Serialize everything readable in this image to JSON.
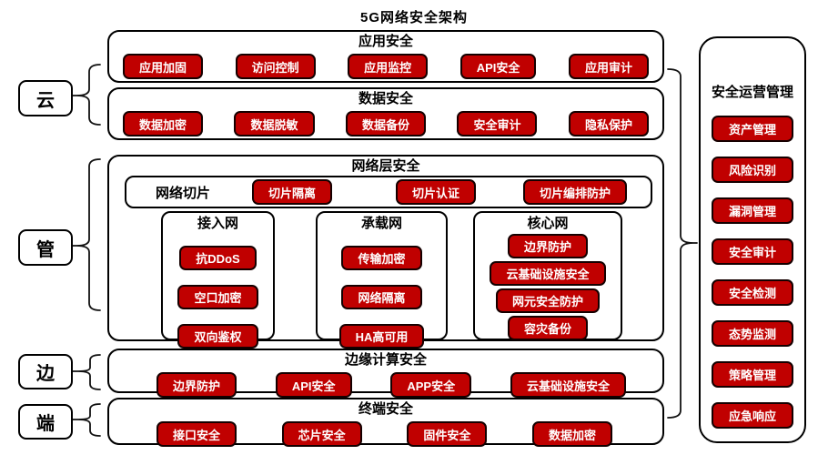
{
  "title": "5G网络安全架构",
  "colors": {
    "node_fill": "#C00000",
    "node_text": "#FFFFFF",
    "outline": "#150000"
  },
  "left_labels": [
    {
      "label": "云"
    },
    {
      "label": "管"
    },
    {
      "label": "边"
    },
    {
      "label": "端"
    }
  ],
  "sections": {
    "app": {
      "title": "应用安全",
      "items": [
        "应用加固",
        "访问控制",
        "应用监控",
        "API安全",
        "应用审计"
      ]
    },
    "data": {
      "title": "数据安全",
      "items": [
        "数据加密",
        "数据脱敏",
        "数据备份",
        "安全审计",
        "隐私保护"
      ]
    },
    "network": {
      "title": "网络层安全",
      "slicing": {
        "label": "网络切片",
        "items": [
          "切片隔离",
          "切片认证",
          "切片编排防护"
        ]
      },
      "subnets": [
        {
          "title": "接入网",
          "items": [
            "抗DDoS",
            "空口加密",
            "双向鉴权"
          ]
        },
        {
          "title": "承载网",
          "items": [
            "传输加密",
            "网络隔离",
            "HA高可用"
          ]
        },
        {
          "title": "核心网",
          "items": [
            "边界防护",
            "云基础设施安全",
            "网元安全防护",
            "容灾备份"
          ]
        }
      ]
    },
    "edge": {
      "title": "边缘计算安全",
      "items": [
        "边界防护",
        "API安全",
        "APP安全",
        "云基础设施安全"
      ]
    },
    "terminal": {
      "title": "终端安全",
      "items": [
        "接口安全",
        "芯片安全",
        "固件安全",
        "数据加密"
      ]
    }
  },
  "right_panel": {
    "title": "安全运营管理",
    "items": [
      "资产管理",
      "风险识别",
      "漏洞管理",
      "安全审计",
      "安全检测",
      "态势监测",
      "策略管理",
      "应急响应"
    ]
  }
}
